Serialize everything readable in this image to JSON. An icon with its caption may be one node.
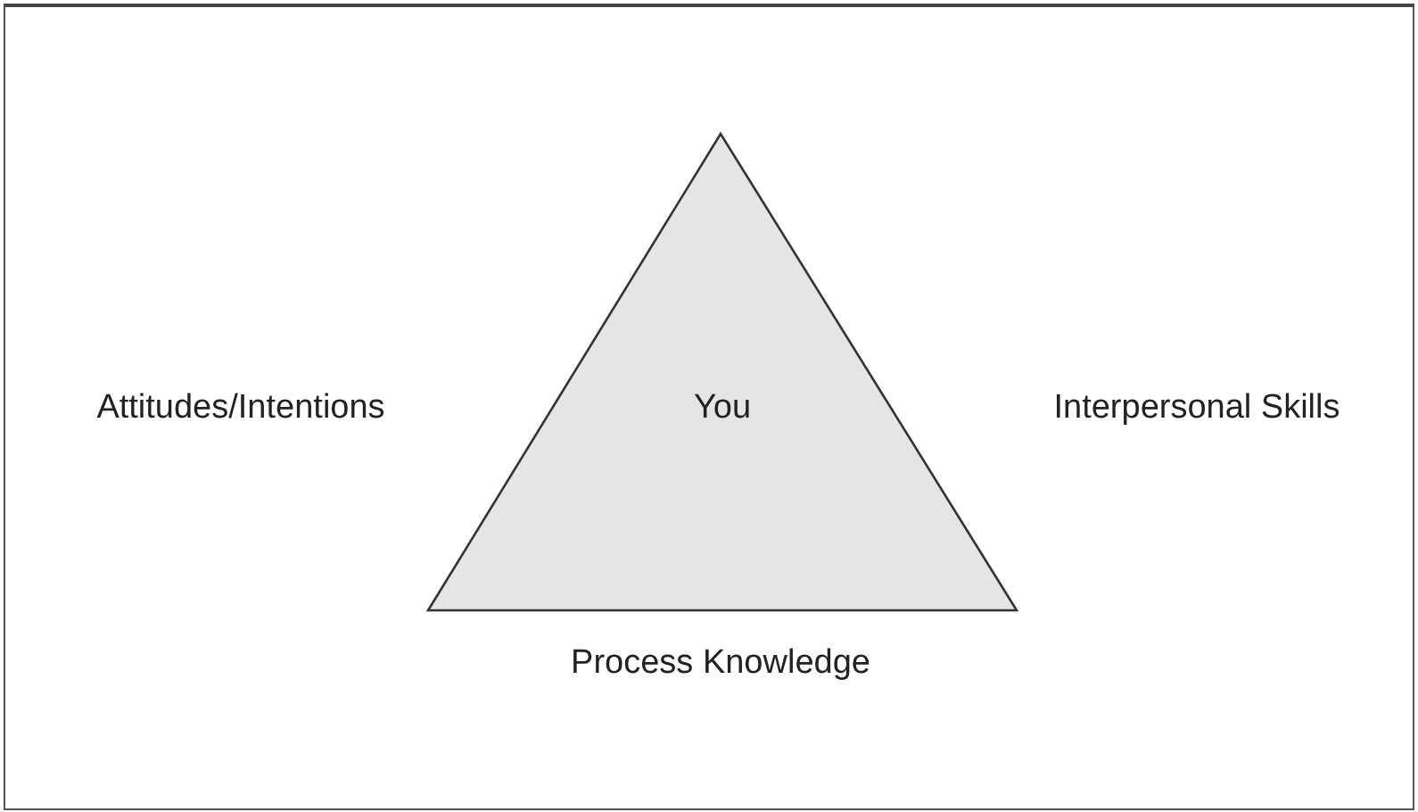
{
  "diagram": {
    "nodes": [
      {
        "text": [
          "You"
        ]
      }
    ],
    "labels": [
      "Attitudes/Intentions",
      "Interpersonal Skills",
      "Process Knowledge"
    ]
  }
}
